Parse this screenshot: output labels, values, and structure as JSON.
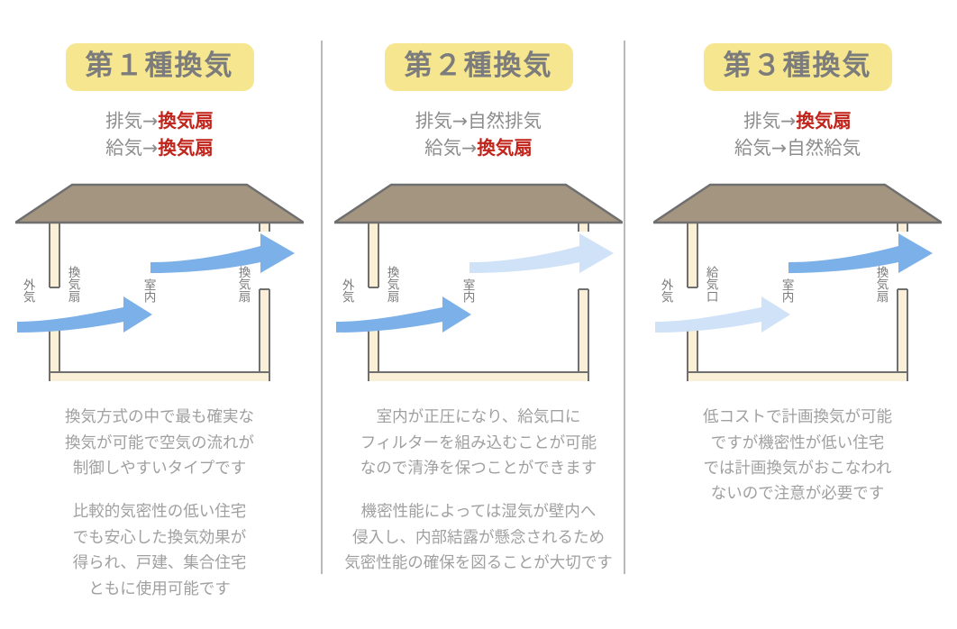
{
  "theme": {
    "badge_bg": "#f6e690",
    "badge_text": "#7c7c7c",
    "accent_red": "#c0241b",
    "body_text": "#a0a0a0",
    "roof_fill": "#a39580",
    "wall_fill": "#faf0d8",
    "outline": "#6f6f6f",
    "arrow_strong": "#7cb0e8",
    "arrow_faded": "#cfe2f7",
    "divider": "#b9b9b9"
  },
  "columns": [
    {
      "badge": "第１種換気",
      "flow": [
        {
          "prefix": "排気→",
          "value": "換気扇",
          "highlight": true
        },
        {
          "prefix": "給気→",
          "value": "換気扇",
          "highlight": true
        }
      ],
      "house": {
        "left_outside_label": "外気",
        "left_device_label": "換気扇",
        "room_label": "室内",
        "right_device_label": "換気扇",
        "inflow_arrow": "strong",
        "outflow_arrow": "strong"
      },
      "descriptions": [
        [
          "換気方式の中で最も確実な",
          "換気が可能で空気の流れが",
          "制御しやすいタイプです"
        ],
        [
          "比較的気密性の低い住宅",
          "でも安心した換気効果が",
          "得られ、戸建、集合住宅",
          "ともに使用可能です"
        ]
      ]
    },
    {
      "badge": "第２種換気",
      "flow": [
        {
          "prefix": "排気→",
          "value": "自然排気",
          "highlight": false
        },
        {
          "prefix": "給気→",
          "value": "換気扇",
          "highlight": true
        }
      ],
      "house": {
        "left_outside_label": "外気",
        "left_device_label": "換気扇",
        "room_label": "室内",
        "right_device_label": "",
        "inflow_arrow": "strong",
        "outflow_arrow": "faded"
      },
      "descriptions": [
        [
          "室内が正圧になり、給気口に",
          "フィルターを組み込むことが可能",
          "なので清浄を保つことができます"
        ],
        [
          "機密性能によっては湿気が壁内へ",
          "侵入し、内部結露が懸念されるため",
          "気密性能の確保を図ることが大切です"
        ]
      ]
    },
    {
      "badge": "第３種換気",
      "flow": [
        {
          "prefix": "排気→",
          "value": "換気扇",
          "highlight": true
        },
        {
          "prefix": "給気→",
          "value": "自然給気",
          "highlight": false
        }
      ],
      "house": {
        "left_outside_label": "外気",
        "left_device_label": "給気口",
        "room_label": "室内",
        "right_device_label": "換気扇",
        "inflow_arrow": "faded",
        "outflow_arrow": "strong"
      },
      "descriptions": [
        [
          "低コストで計画換気が可能",
          "ですが機密性が低い住宅",
          "では計画換気がおこなわれ",
          "ないので注意が必要です"
        ]
      ]
    }
  ]
}
